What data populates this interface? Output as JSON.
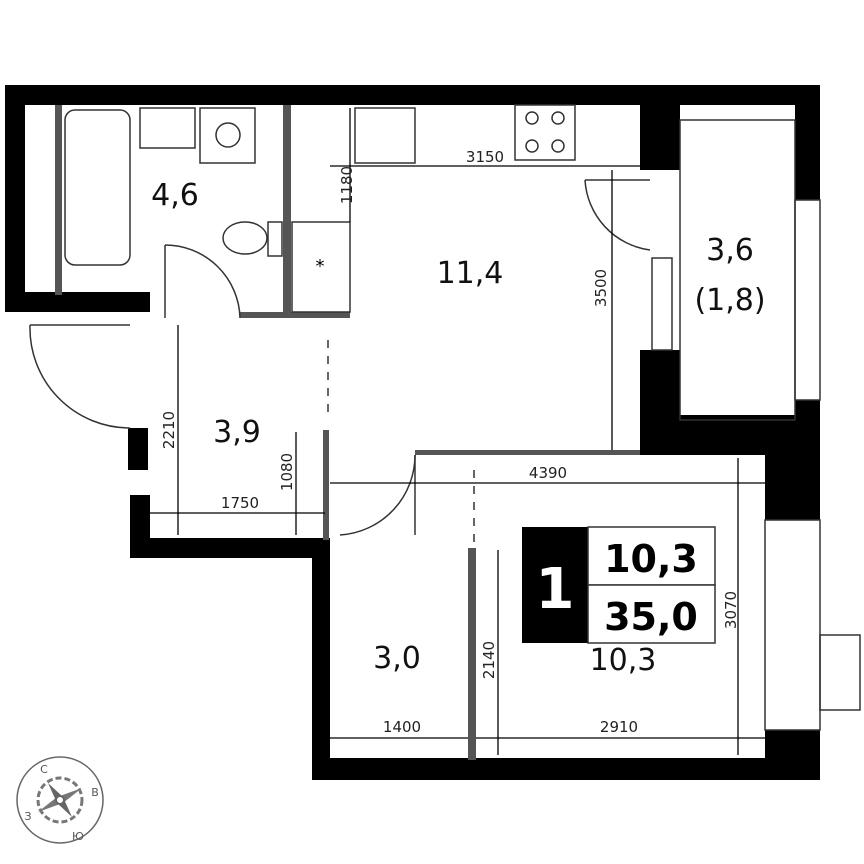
{
  "plan": {
    "rooms": [
      {
        "id": "bathroom",
        "area": "4,6"
      },
      {
        "id": "kitchen-living",
        "area": "11,4"
      },
      {
        "id": "balcony",
        "area": "3,6",
        "area_reduced": "(1,8)"
      },
      {
        "id": "hall",
        "area": "3,9"
      },
      {
        "id": "dressing",
        "area": "3,0"
      },
      {
        "id": "bedroom",
        "area": "10,3"
      }
    ],
    "dimensions": [
      "3150",
      "1180",
      "3500",
      "2210",
      "1080",
      "1750",
      "4390",
      "3070",
      "2140",
      "1400",
      "2910"
    ],
    "summary": {
      "rooms_count": "1",
      "living_area": "10,3",
      "total_area": "35,0"
    },
    "compass": {
      "n": "С",
      "e": "В",
      "s": "Ю",
      "w": "З"
    }
  }
}
